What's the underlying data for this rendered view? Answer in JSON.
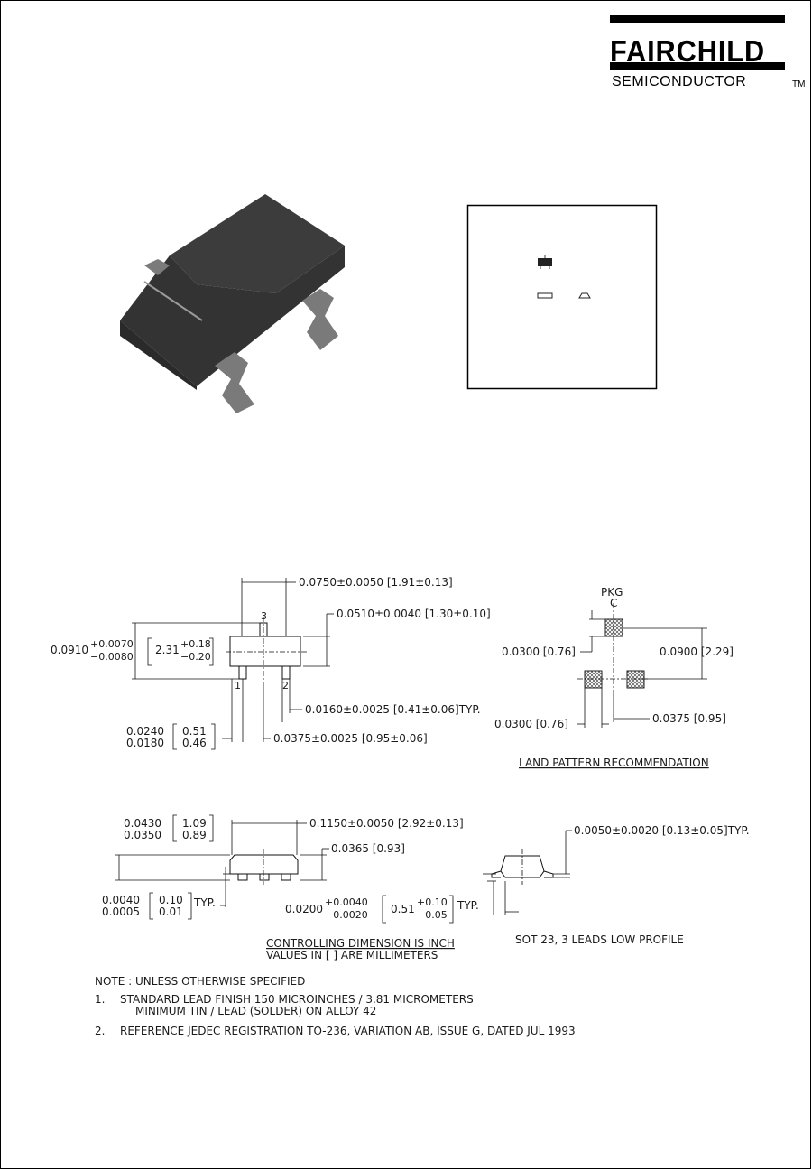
{
  "logo": {
    "brand": "FAIRCHILD",
    "sub": "SEMICONDUCTOR",
    "tm": "TM"
  },
  "top_view": {
    "lead3": "3",
    "lead1": "1",
    "lead2": "2",
    "width": "0.0750±0.0050 [1.91±0.13]",
    "body_height": "0.0510±0.0040 [1.30±0.10]",
    "total_in_main": "0.0910",
    "total_in_plus": "+0.0070",
    "total_in_minus": "−0.0080",
    "total_mm_main": "2.31",
    "total_mm_plus": "+0.18",
    "total_mm_minus": "−0.20",
    "lead_width": "0.0160±0.0025 [0.41±0.06]TYP.",
    "foot_in_1": "0.0240",
    "foot_in_2": "0.0180",
    "foot_mm_1": "0.51",
    "foot_mm_2": "0.46",
    "pitch": "0.0375±0.0025 [0.95±0.06]"
  },
  "land_pattern": {
    "pkg": "PKG",
    "cl": "C",
    "pad_size": "0.0300 [0.76]",
    "height": "0.0900 [2.29]",
    "pad_size_2": "0.0300 [0.76]",
    "pitch": "0.0375 [0.95]",
    "caption": "LAND PATTERN RECOMMENDATION"
  },
  "side_view": {
    "height_in_1": "0.0430",
    "height_in_2": "0.0350",
    "height_mm_1": "1.09",
    "height_mm_2": "0.89",
    "length": "0.1150±0.0050 [2.92±0.13]",
    "body": "0.0365 [0.93]",
    "standoff_in_1": "0.0040",
    "standoff_in_2": "0.0005",
    "standoff_mm_1": "0.10",
    "standoff_mm_2": "0.01",
    "typ": "TYP.",
    "foot_in_main": "0.0200",
    "foot_in_plus": "+0.0040",
    "foot_in_minus": "−0.0020",
    "foot_mm_main": "0.51",
    "foot_mm_plus": "+0.10",
    "foot_mm_minus": "−0.05",
    "typ2": "TYP."
  },
  "end_view": {
    "thickness": "0.0050±0.0020 [0.13±0.05]TYP."
  },
  "controlling": {
    "line1": "CONTROLLING DIMENSION IS INCH",
    "line2": "VALUES IN [ ] ARE MILLIMETERS"
  },
  "package_name": "SOT 23, 3 LEADS LOW PROFILE",
  "notes": {
    "heading": "NOTE : UNLESS OTHERWISE SPECIFIED",
    "n1_num": "1.",
    "n1_line1": "STANDARD LEAD FINISH 150 MICROINCHES / 3.81 MICROMETERS",
    "n1_line2": "MINIMUM TIN / LEAD (SOLDER) ON ALLOY 42",
    "n2_num": "2.",
    "n2_line1": "REFERENCE JEDEC REGISTRATION TO-236, VARIATION AB, ISSUE G, DATED JUL 1993"
  }
}
